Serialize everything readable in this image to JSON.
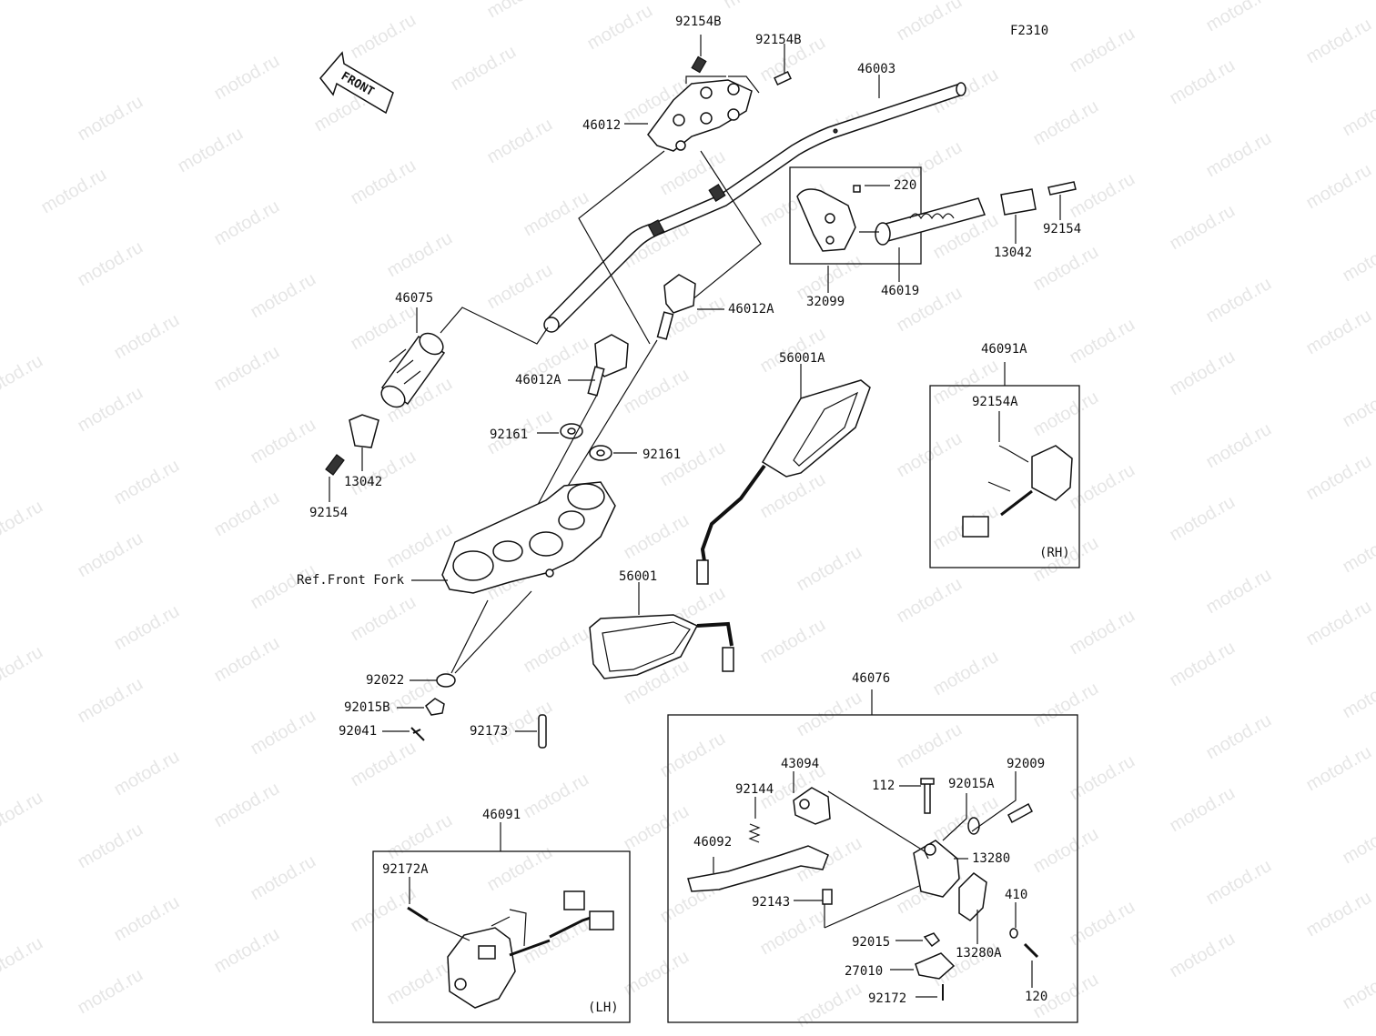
{
  "figure_code": "F2310",
  "front_label": "FRONT",
  "watermark": "motod.ru",
  "parts": {
    "p92154B_a": "92154B",
    "p92154B_b": "92154B",
    "p46003": "46003",
    "p46012": "46012",
    "p220": "220",
    "p92154_r": "92154",
    "p13042_r": "13042",
    "p46019": "46019",
    "p32099": "32099",
    "p46075": "46075",
    "p46012A_r": "46012A",
    "p46012A_l": "46012A",
    "p92161_l": "92161",
    "p92161_r": "92161",
    "p13042_l": "13042",
    "p92154_l": "92154",
    "ref_front_fork": "Ref.Front Fork",
    "p56001A": "56001A",
    "p56001": "56001",
    "p46091A": "46091A",
    "p92154A": "92154A",
    "rh": "(RH)",
    "p92022": "92022",
    "p92015B": "92015B",
    "p92041": "92041",
    "p92173": "92173",
    "p46076": "46076",
    "p43094": "43094",
    "p92144": "92144",
    "p112": "112",
    "p92015A": "92015A",
    "p92009": "92009",
    "p46092": "46092",
    "p13280": "13280",
    "p92143": "92143",
    "p410": "410",
    "p92015": "92015",
    "p13280A": "13280A",
    "p27010": "27010",
    "p120": "120",
    "p92172": "92172",
    "p46091": "46091",
    "p92172A": "92172A",
    "lh": "(LH)"
  }
}
